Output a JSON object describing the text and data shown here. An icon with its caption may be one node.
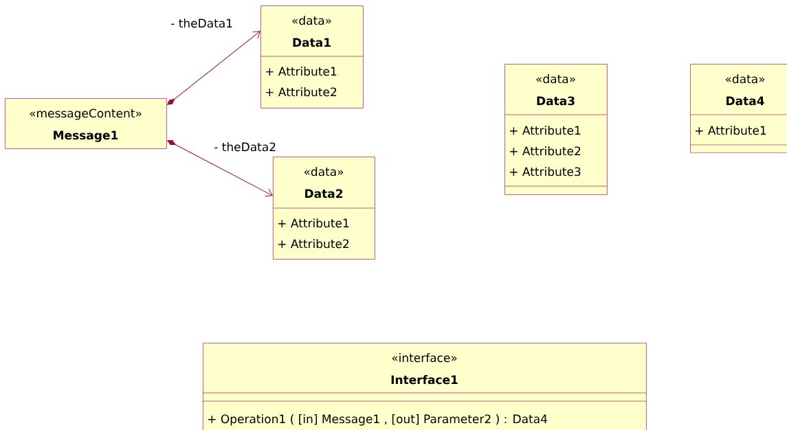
{
  "diagram": {
    "nodes": [
      {
        "text": [
          "«messageContent»",
          "Message1"
        ]
      },
      {
        "text": [
          "«data»",
          "Data1",
          "+ Attribute1",
          "+ Attribute2"
        ]
      },
      {
        "text": [
          "«data»",
          "Data2",
          "+ Attribute1",
          "+ Attribute2"
        ]
      },
      {
        "text": [
          "«data»",
          "Data3",
          "+ Attribute1",
          "+ Attribute2",
          "+ Attribute3"
        ]
      },
      {
        "text": [
          "«data»",
          "Data4",
          "+ Attribute1"
        ]
      },
      {
        "text": [
          "«interface»",
          "Interface1",
          "+ Operation1 ( [in] Message1 , [out] Parameter2 ) : Data4"
        ]
      }
    ],
    "edges": [
      {
        "from": 0,
        "to": 1,
        "arrow": "to",
        "label": "- theData1"
      },
      {
        "from": 0,
        "to": 2,
        "arrow": "to",
        "label": "- theData2"
      }
    ]
  }
}
